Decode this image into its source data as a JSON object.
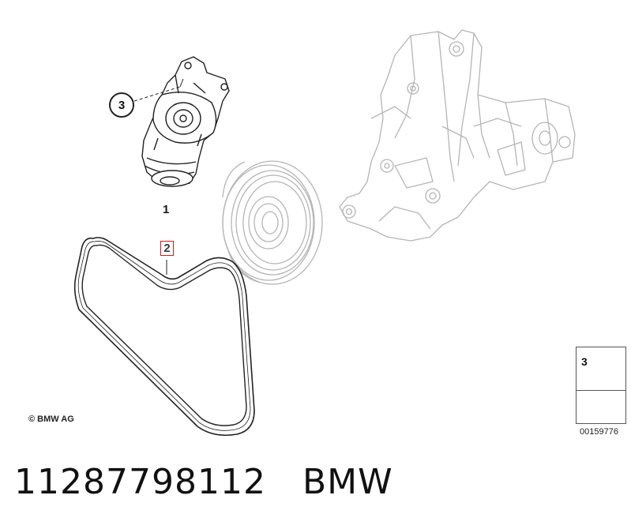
{
  "callouts": {
    "tensioner_ref": "3",
    "tensioner": "1",
    "belt": "2"
  },
  "copyright": "© BMW AG",
  "inset": {
    "bolt_number": "3",
    "image_number": "00159776"
  },
  "caption": {
    "part_number": "11287798112",
    "brand": "BMW"
  },
  "colors": {
    "highlight_box": "#d11a1a",
    "line_art": "#222222",
    "faded_line_art": "#b5b5b5"
  }
}
